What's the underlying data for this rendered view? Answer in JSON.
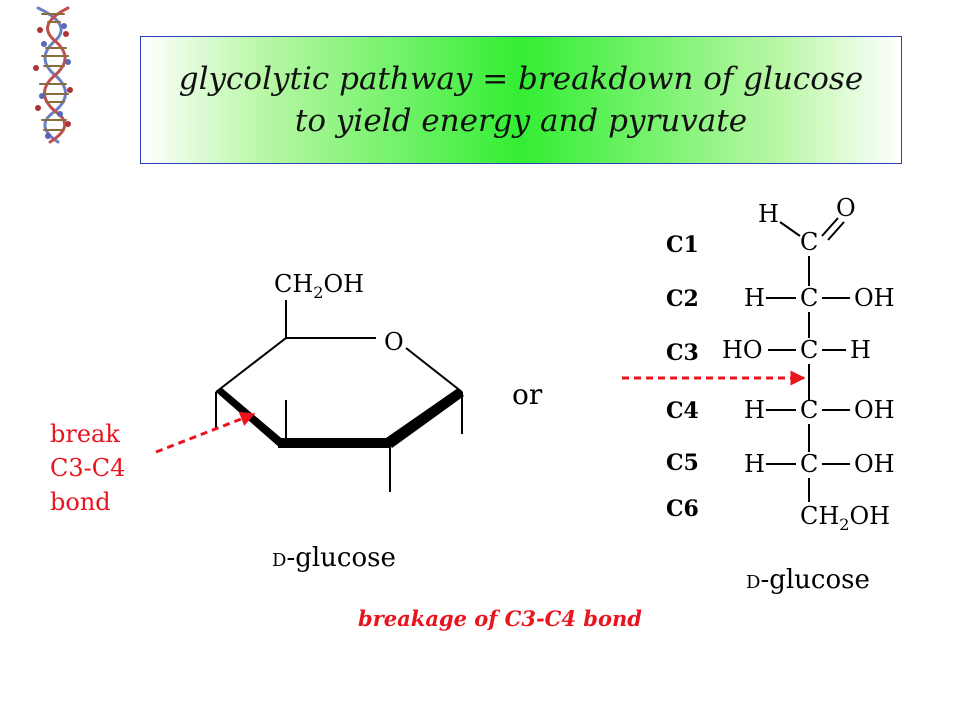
{
  "title": {
    "line1": "glycolytic pathway = breakdown of glucose",
    "line2": "to yield energy and pyruvate"
  },
  "ring": {
    "ch2oh_c": "CH",
    "ch2oh_sub": "2",
    "ch2oh_oh": "OH",
    "ring_o": "O",
    "or": "or",
    "name_prefix": "D",
    "name_rest": "-glucose"
  },
  "break_label": [
    "break",
    "C3-C4",
    "bond"
  ],
  "chain": {
    "carbon_labels": [
      "C1",
      "C2",
      "C3",
      "C4",
      "C5",
      "C6"
    ],
    "aldehyde_h": "H",
    "aldehyde_o": "O",
    "carbon": "C",
    "h": "H",
    "ho": "HO",
    "oh": "OH",
    "c6_c": "CH",
    "c6_sub": "2",
    "c6_oh": "OH",
    "name_prefix": "D",
    "name_rest": "-glucose"
  },
  "caption": "breakage of C3-C4 bond",
  "colors": {
    "accent_red": "#e8141e",
    "title_green": "#33ee33",
    "title_border": "#2b3fbf"
  },
  "icons": [
    "dna-double-helix-icon"
  ]
}
